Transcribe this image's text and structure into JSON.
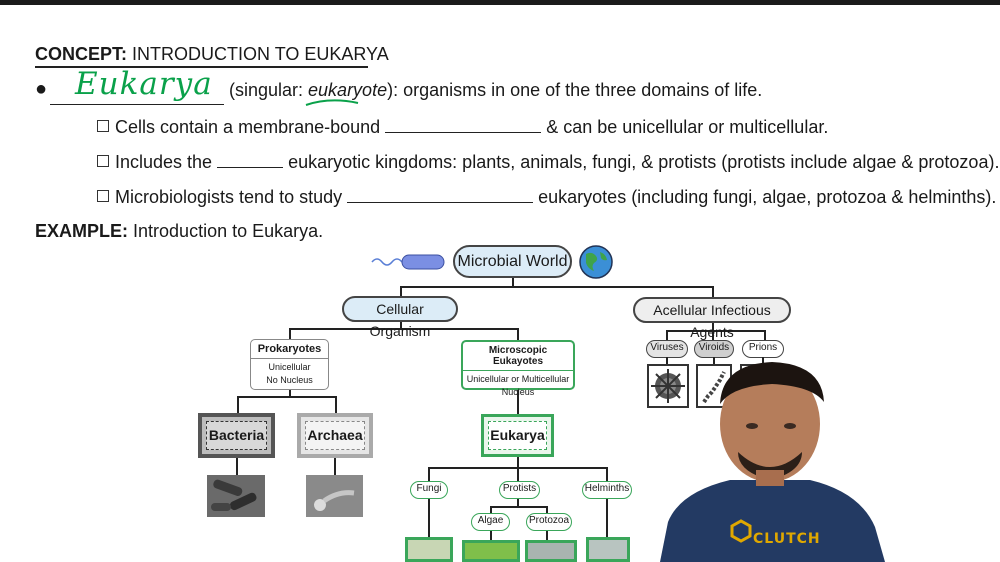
{
  "concept": {
    "label": "CONCEPT:",
    "title": "INTRODUCTION TO EUKARYA"
  },
  "bullet": {
    "handwritten": "Eukarya",
    "rest_prefix": "(singular: ",
    "rest_term": "eukaryote",
    "rest_suffix": "): organisms in one of the three domains of life."
  },
  "items": [
    {
      "before": "Cells contain a membrane-bound",
      "after": "& can be unicellular or multicellular."
    },
    {
      "before": "Includes the",
      "after": "eukaryotic kingdoms: plants, animals, fungi, & protists (protists include algae & protozoa)."
    },
    {
      "before": "Microbiologists tend to study",
      "after": "eukaryotes (including fungi, algae, protozoa & helminths)."
    }
  ],
  "example": {
    "label": "EXAMPLE:",
    "text": "Introduction to Eukarya."
  },
  "diagram": {
    "root": "Microbial World",
    "cellular": "Cellular Organism",
    "acellular": "Acellular Infectious Agents",
    "prokaryotes": {
      "title": "Prokaryotes",
      "line1": "Unicellular",
      "line2": "No Nucleus"
    },
    "micro_euk": {
      "title": "Microscopic Eukayotes",
      "line1": "Unicellular or Multicellular",
      "line2": "Nucleus"
    },
    "bacteria": "Bacteria",
    "archaea": "Archaea",
    "eukarya": "Eukarya",
    "viruses": "Viruses",
    "viroids": "Viroids",
    "prions": "Prions",
    "fungi": "Fungi",
    "protists": "Protists",
    "helminths": "Helminths",
    "algae": "Algae",
    "protozoa": "Protozoa"
  },
  "shirt_logo": "CLUTCH",
  "colors": {
    "green": "#3aa65a",
    "light_blue": "#dcecf7",
    "gray_box": "#777777"
  }
}
